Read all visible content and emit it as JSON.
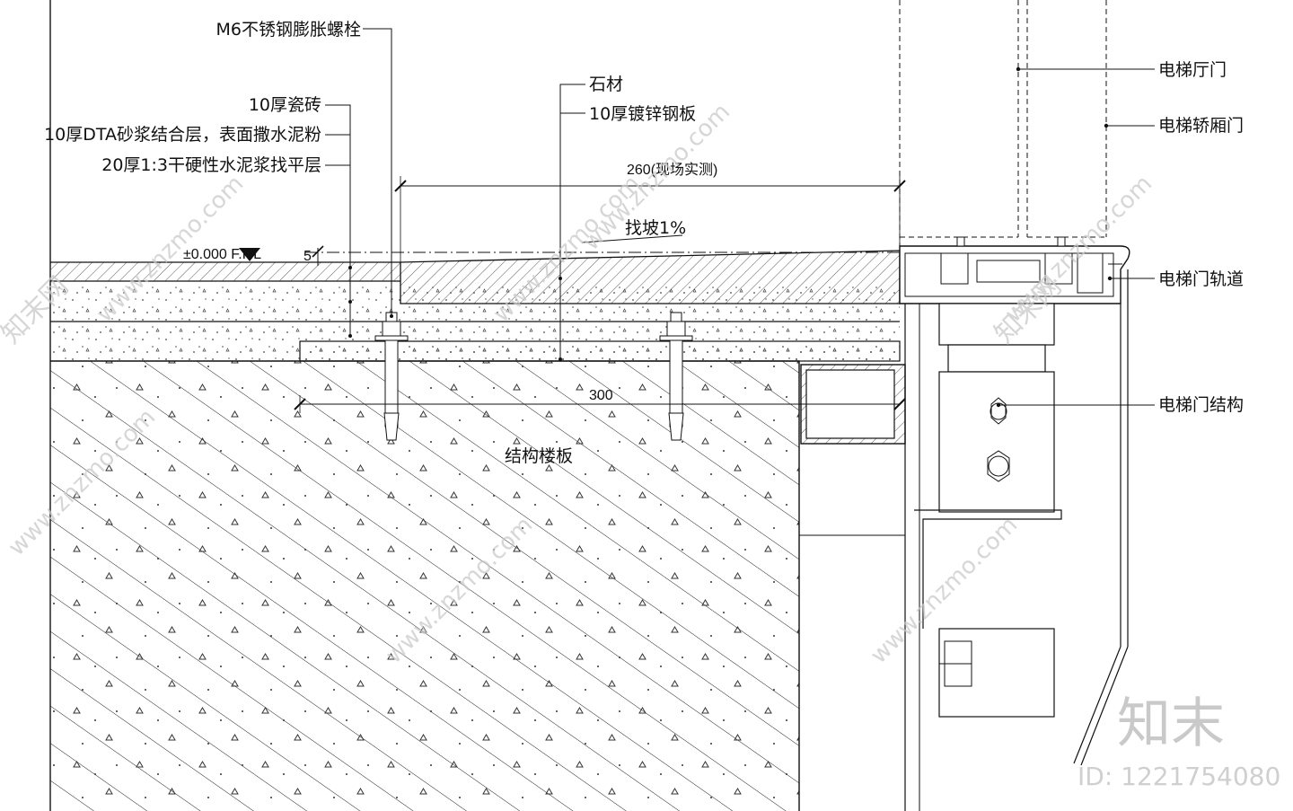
{
  "labels": {
    "bolt": "M6不锈钢膨胀螺栓",
    "tile": "10厚瓷砖",
    "mortar_bond": "10厚DTA砂浆结合层，表面撒水泥粉",
    "leveling": "20厚1:3干硬性水泥浆找平层",
    "stone": "石材",
    "steel_plate": "10厚镀锌钢板",
    "slope": "找坡1%",
    "elevation": "±0.000 F.F.L",
    "structure_slab": "结构楼板",
    "hall_door": "电梯厅门",
    "car_door": "电梯轿厢门",
    "door_track": "电梯门轨道",
    "door_structure": "电梯门结构"
  },
  "dimensions": {
    "width_260": "260(现场实测)",
    "width_300": "300",
    "step_5": "5"
  },
  "watermark": {
    "site": "www.znzmo.com",
    "brand": "知末网",
    "logo": "知末",
    "id": "ID: 1221754080"
  },
  "colors": {
    "line": "#111111",
    "watermark": "#c9c9c9"
  }
}
